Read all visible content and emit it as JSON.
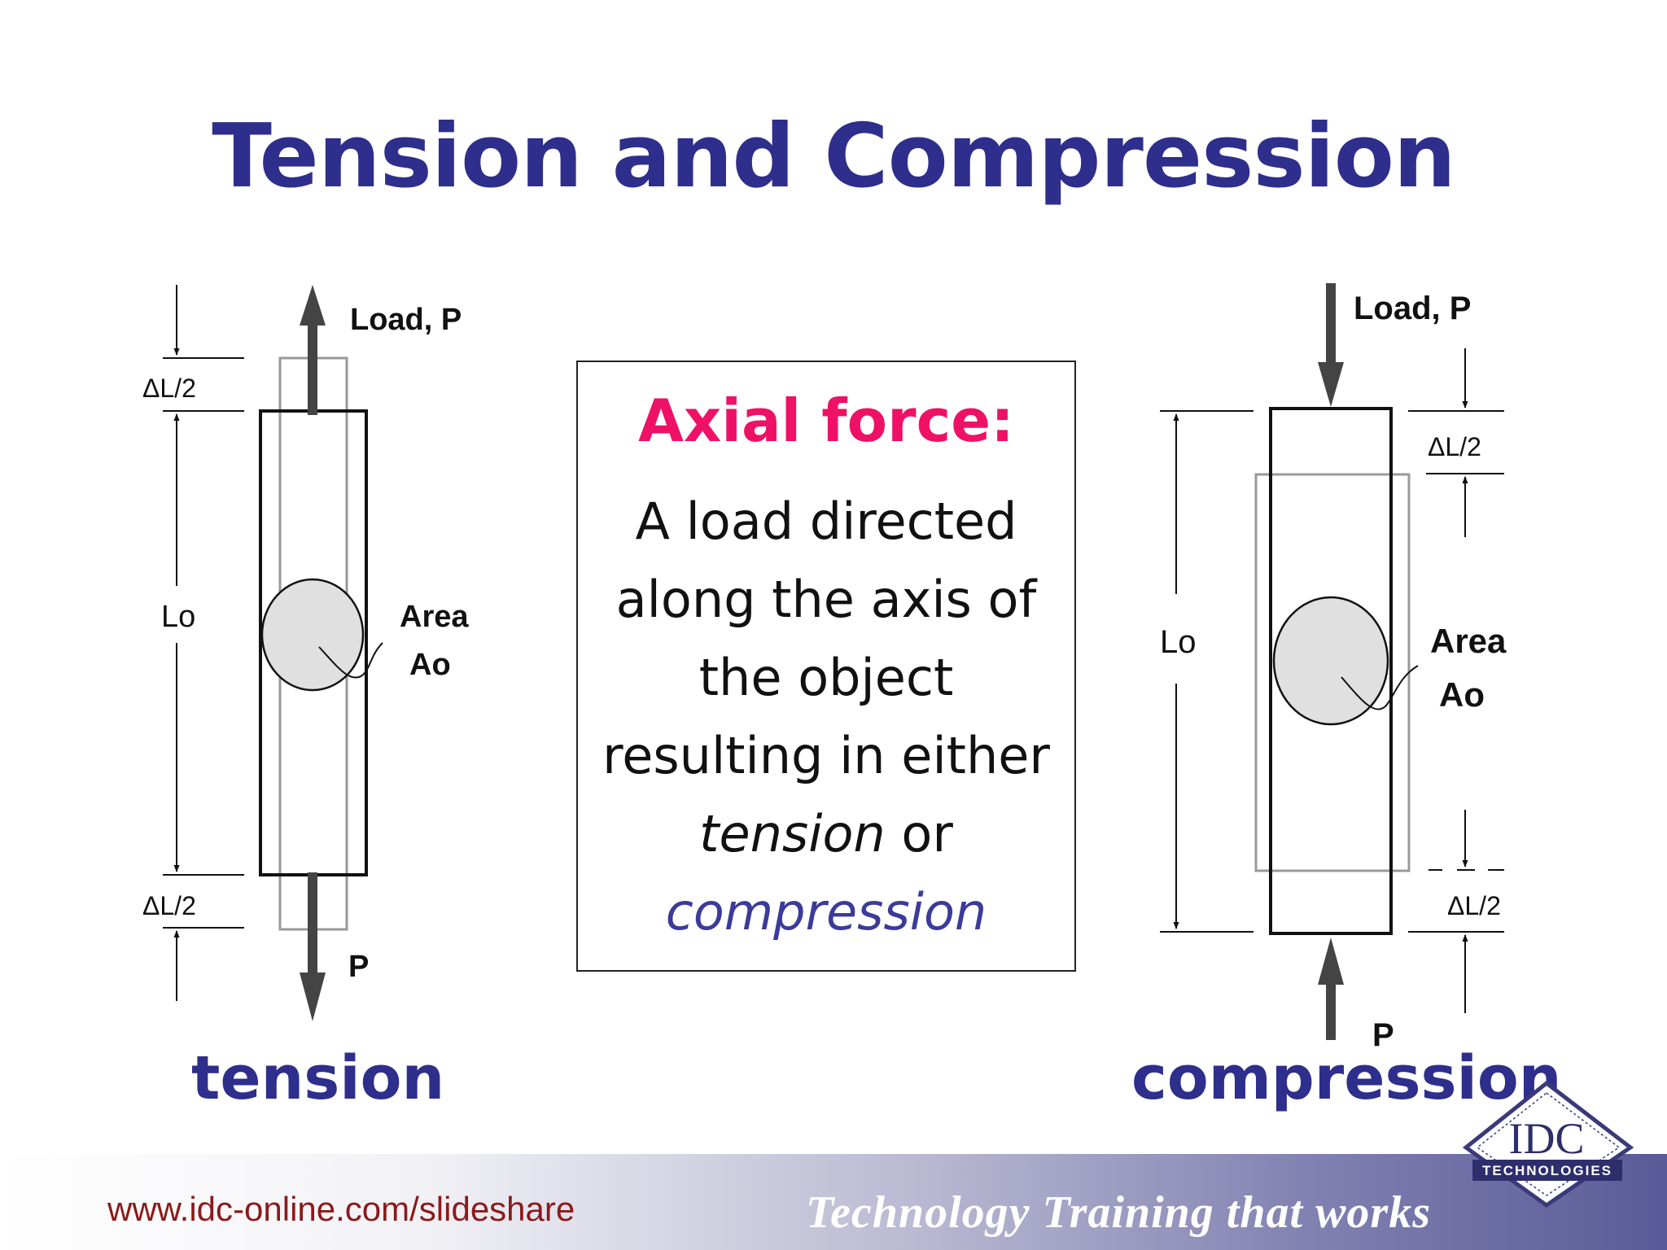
{
  "slide": {
    "title": "Tension and Compression"
  },
  "tension_diagram": {
    "load_label": "Load, P",
    "delta_top": "ΔL/2",
    "delta_bottom": "ΔL/2",
    "length_label": "Lo",
    "area_line1": "Area",
    "area_line2": "Ao",
    "bottom_load": "P",
    "caption": "tension"
  },
  "compression_diagram": {
    "load_label": "Load, P",
    "delta_top": "ΔL/2",
    "delta_bottom": "ΔL/2",
    "length_label": "Lo",
    "area_line1": "Area",
    "area_line2": "Ao",
    "bottom_load": "P",
    "caption": "compression"
  },
  "definition": {
    "heading": "Axial force:",
    "line1": "A load directed",
    "line2": "along the axis of",
    "line3": "the object",
    "line4": "resulting in either",
    "word_tension": "tension",
    "word_or": " or",
    "word_compression": "compression"
  },
  "footer": {
    "url": "www.idc-online.com/slideshare",
    "tagline": "Technology Training that works",
    "logo_text": "IDC",
    "logo_subtext": "TECHNOLOGIES"
  },
  "colors": {
    "title": "#2e2e8c",
    "heading_accent": "#ee1166",
    "url": "#8b1a1a"
  }
}
